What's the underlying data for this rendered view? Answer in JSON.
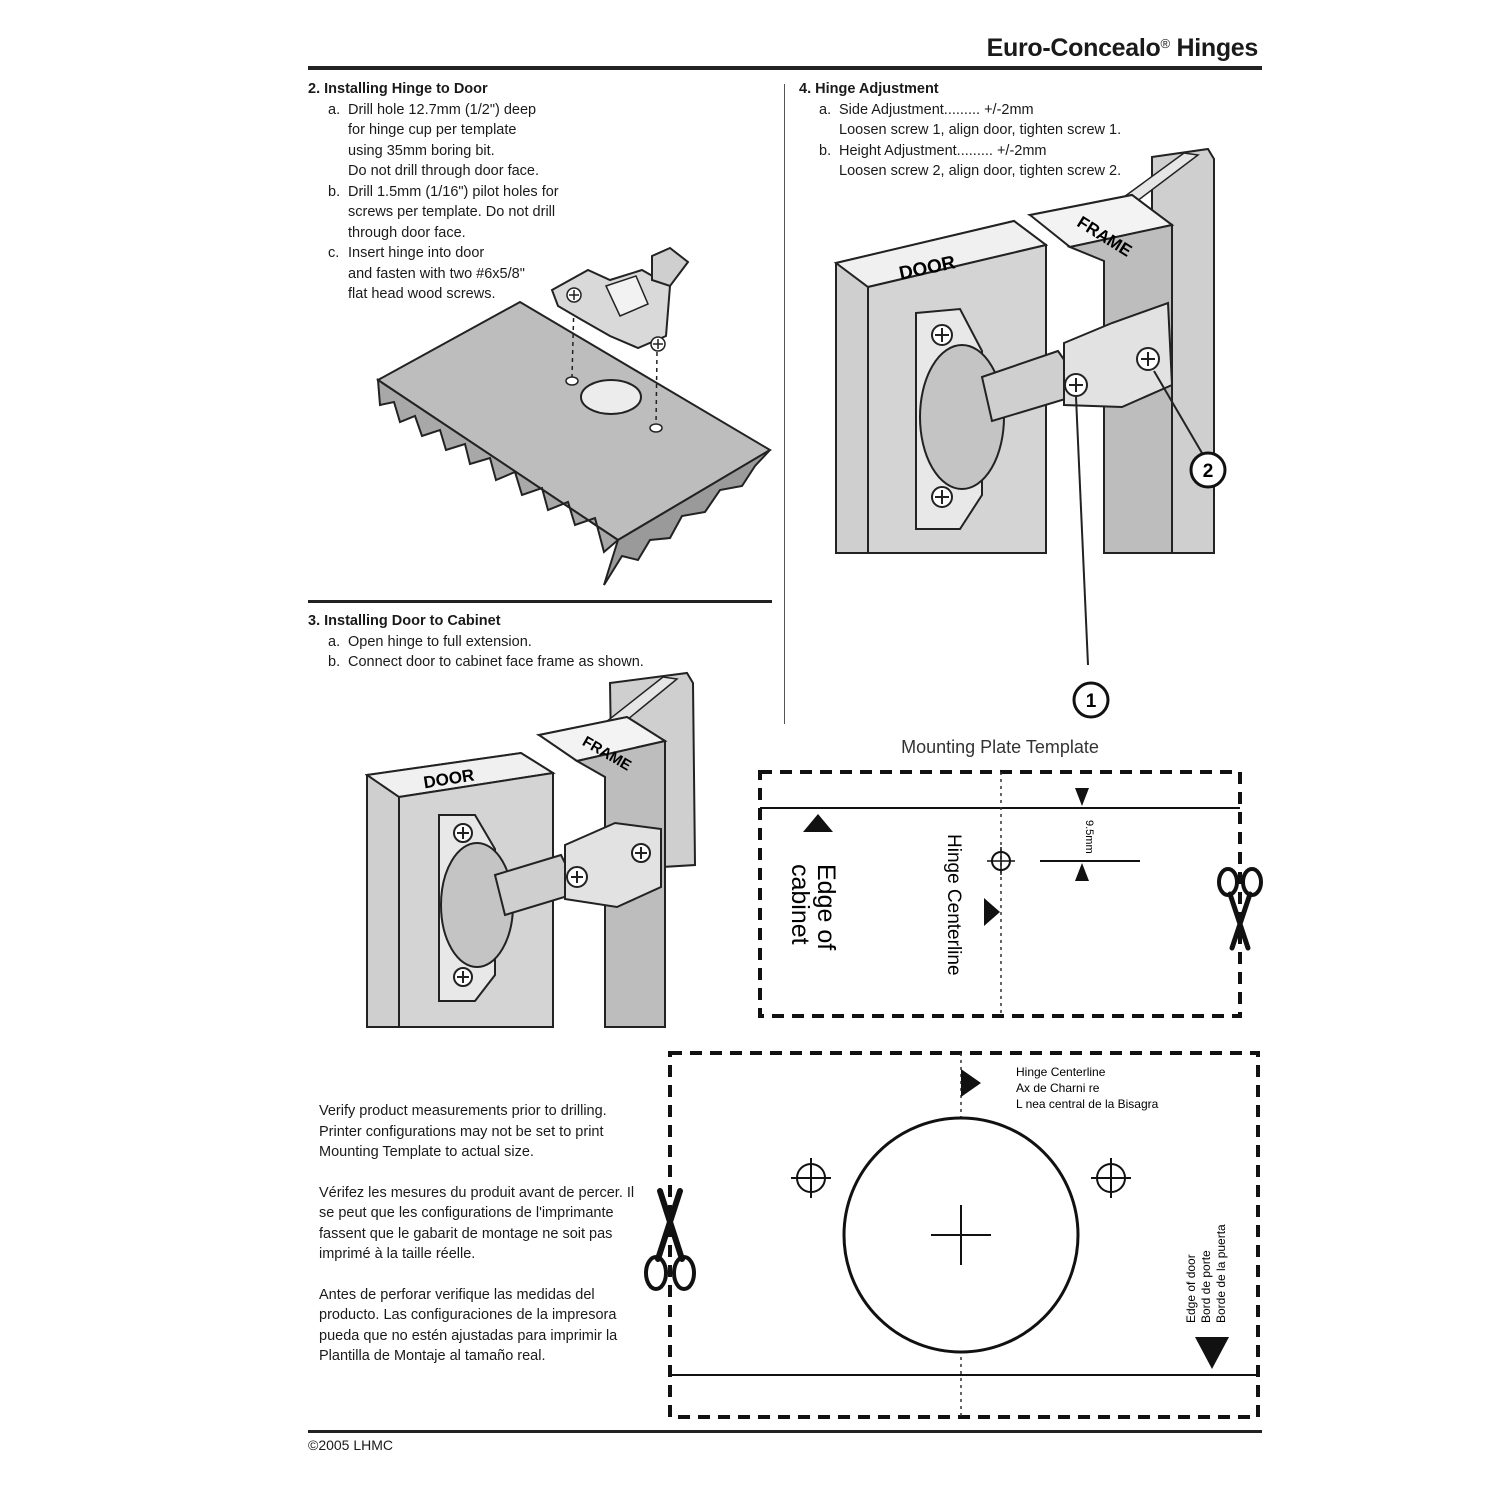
{
  "header": {
    "title": "Euro-Concealo",
    "title_reg": "®",
    "title_suffix": " Hinges"
  },
  "sections": {
    "s2": {
      "heading": "2.  Installing Hinge to Door",
      "items": [
        {
          "label": "a.",
          "lines": [
            "Drill hole 12.7mm (1/2\") deep",
            "for hinge cup per template",
            "using 35mm boring bit.",
            "Do not drill through door face."
          ]
        },
        {
          "label": "b.",
          "lines": [
            "Drill 1.5mm (1/16\") pilot holes for",
            "screws per template. Do not drill",
            "through door face."
          ]
        },
        {
          "label": "c.",
          "lines": [
            "Insert hinge into door",
            "and fasten with two #6x5/8\"",
            "flat head wood screws."
          ]
        }
      ]
    },
    "s3": {
      "heading": "3.  Installing Door to Cabinet",
      "items": [
        {
          "label": "a.",
          "lines": [
            "Open hinge to full extension."
          ]
        },
        {
          "label": "b.",
          "lines": [
            "Connect door to cabinet face frame as shown."
          ]
        }
      ]
    },
    "s4": {
      "heading": "4.  Hinge Adjustment",
      "items": [
        {
          "label": "a.",
          "lines": [
            "Side Adjustment......... +/-2mm",
            "Loosen screw 1, align door, tighten screw 1."
          ]
        },
        {
          "label": "b.",
          "lines": [
            "Height Adjustment......... +/-2mm",
            "Loosen screw 2, align door, tighten screw 2."
          ]
        }
      ]
    }
  },
  "illustrations": {
    "door_label": "DOOR",
    "frame_label": "FRAME",
    "callout_1": "1",
    "callout_2": "2"
  },
  "mounting_template": {
    "title": "Mounting Plate Template",
    "edge_label_1": "Edge of",
    "edge_label_2": "cabinet",
    "centerline_label": "Hinge Centerline",
    "dimension": "9.5mm"
  },
  "cup_template": {
    "centerline_en": "Hinge Centerline",
    "centerline_fr": "Ax  de Charni re",
    "centerline_es": "L nea central de la Bisagra",
    "edge_en": "Edge of door",
    "edge_fr": "Bord de porte",
    "edge_es": "Borde de la puerta"
  },
  "notes": [
    "Verify product measurements prior to drilling. Printer configurations may not be set to print Mounting Template to actual size.",
    "Vérifez les mesures du produit avant de percer. Il se peut que les configurations de l'imprimante fassent que le gabarit de montage ne soit pas imprimé à la taille réelle.",
    "Antes de perforar verifique las medidas del producto.  Las configuraciones de la impresora pueda que no estén ajustadas para imprimir la Plantilla de Montaje al tamaño real."
  ],
  "footer": {
    "copyright": "©2005 LHMC"
  }
}
